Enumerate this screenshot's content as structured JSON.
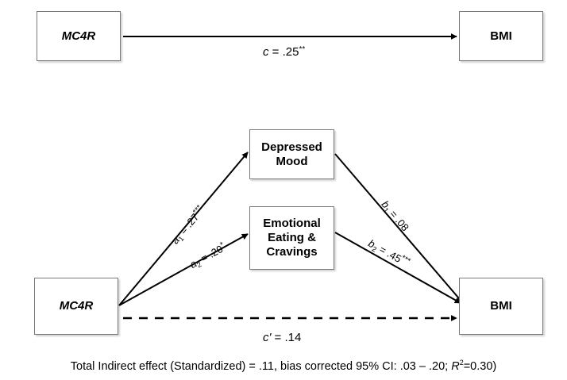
{
  "top_model": {
    "predictor": "MC4R",
    "outcome": "BMI",
    "path_c": {
      "symbol": "c",
      "value": " = .25",
      "stars": "**"
    }
  },
  "bottom_model": {
    "predictor": "MC4R",
    "outcome": "BMI",
    "mediator_1": "Depressed Mood",
    "mediator_2": "Emotional Eating & Cravings",
    "path_a1": {
      "symbol": "a",
      "sub": "1",
      "value": " = .27",
      "stars": "***"
    },
    "path_a2": {
      "symbol": "a",
      "sub": "2",
      "value": " = .20",
      "stars": "*"
    },
    "path_b1": {
      "symbol": "b",
      "sub": "1",
      "value": " = .08",
      "stars": ""
    },
    "path_b2": {
      "symbol": "b",
      "sub": "2",
      "value": " = .45",
      "stars": "***"
    },
    "path_c_prime": {
      "symbol": "c'",
      "value": " = .14"
    }
  },
  "footer": {
    "part1": "Total Indirect effect (Standardized) = .11, bias corrected 95% CI: .03 – .20; ",
    "r": "R",
    "sup": "2",
    "part2": "=0.30)"
  }
}
